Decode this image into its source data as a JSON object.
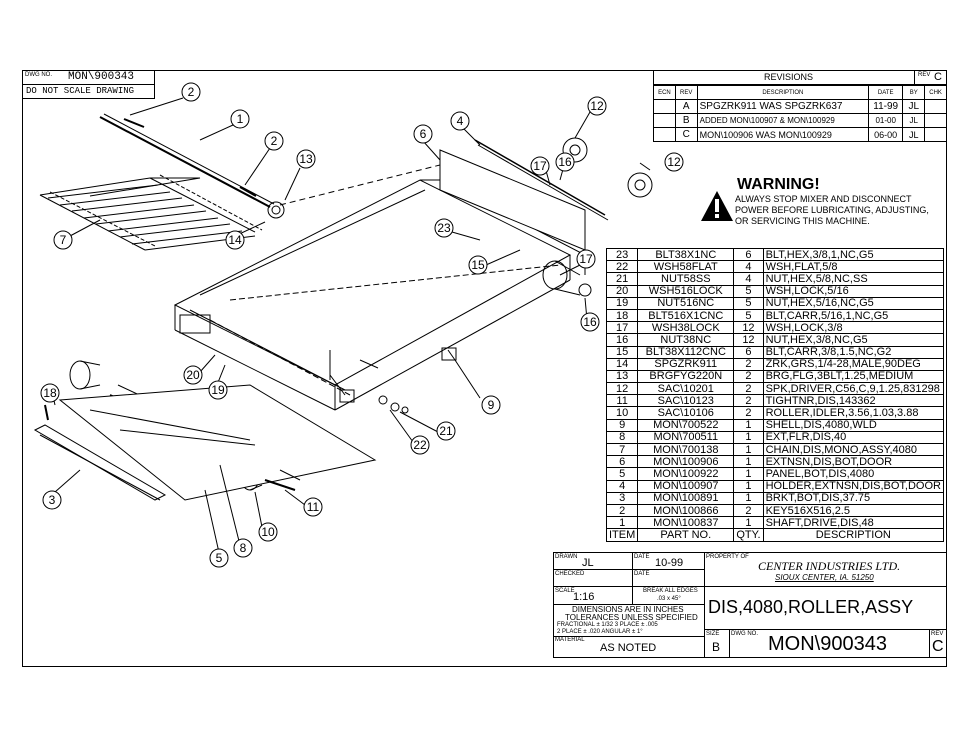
{
  "header": {
    "dwg_no_label": "DWG NO.",
    "dwg_no": "MON\\900343",
    "rev_label": "REV",
    "rev": "C",
    "note": "DO NOT SCALE DRAWING"
  },
  "revisions": {
    "title": "REVISIONS",
    "columns": [
      "ECN",
      "REV",
      "DESCRIPTION",
      "DATE",
      "BY",
      "CHK"
    ],
    "rows": [
      {
        "ecn": "",
        "rev": "A",
        "desc": "SPGZRK911 WAS SPGZRK637",
        "date": "11-99",
        "by": "JL",
        "chk": ""
      },
      {
        "ecn": "",
        "rev": "B",
        "desc": "ADDED MON\\100907 & MON\\100929",
        "date": "01-00",
        "by": "JL",
        "chk": ""
      },
      {
        "ecn": "",
        "rev": "C",
        "desc": "MON\\100906 WAS MON\\100929",
        "date": "06-00",
        "by": "JL",
        "chk": ""
      }
    ]
  },
  "warning": {
    "title": "WARNING!",
    "lines": [
      "ALWAYS STOP MIXER AND DISCONNECT",
      "POWER BEFORE LUBRICATING, ADJUSTING,",
      "OR SERVICING THIS MACHINE."
    ]
  },
  "bom": {
    "columns": [
      "ITEM",
      "PART NO.",
      "QTY.",
      "DESCRIPTION"
    ],
    "rows": [
      {
        "item": "23",
        "part": "BLT38X1NC",
        "qty": "6",
        "desc": "BLT,HEX,3/8,1,NC,G5"
      },
      {
        "item": "22",
        "part": "WSH58FLAT",
        "qty": "4",
        "desc": "WSH,FLAT,5/8"
      },
      {
        "item": "21",
        "part": "NUT58SS",
        "qty": "4",
        "desc": "NUT,HEX,5/8,NC,SS"
      },
      {
        "item": "20",
        "part": "WSH516LOCK",
        "qty": "5",
        "desc": "WSH,LOCK,5/16"
      },
      {
        "item": "19",
        "part": "NUT516NC",
        "qty": "5",
        "desc": "NUT,HEX,5/16,NC,G5"
      },
      {
        "item": "18",
        "part": "BLT516X1CNC",
        "qty": "5",
        "desc": "BLT,CARR,5/16,1,NC,G5"
      },
      {
        "item": "17",
        "part": "WSH38LOCK",
        "qty": "12",
        "desc": "WSH,LOCK,3/8"
      },
      {
        "item": "16",
        "part": "NUT38NC",
        "qty": "12",
        "desc": "NUT,HEX,3/8,NC,G5"
      },
      {
        "item": "15",
        "part": "BLT38X112CNC",
        "qty": "6",
        "desc": "BLT,CARR,3/8,1.5,NC,G2"
      },
      {
        "item": "14",
        "part": "SPGZRK911",
        "qty": "2",
        "desc": "ZRK,GRS,1/4-28,MALE,90DEG"
      },
      {
        "item": "13",
        "part": "BRGFYG220N",
        "qty": "2",
        "desc": "BRG,FLG,3BLT,1.25,MEDIUM"
      },
      {
        "item": "12",
        "part": "SAC\\10201",
        "qty": "2",
        "desc": "SPK,DRIVER,C56,C,9,1.25,831298"
      },
      {
        "item": "11",
        "part": "SAC\\10123",
        "qty": "2",
        "desc": "TIGHTNR,DIS,143362"
      },
      {
        "item": "10",
        "part": "SAC\\10106",
        "qty": "2",
        "desc": "ROLLER,IDLER,3.56,1.03,3.88"
      },
      {
        "item": "9",
        "part": "MON\\700522",
        "qty": "1",
        "desc": "SHELL,DIS,4080,WLD"
      },
      {
        "item": "8",
        "part": "MON\\700511",
        "qty": "1",
        "desc": "EXT,FLR,DIS,40"
      },
      {
        "item": "7",
        "part": "MON\\700138",
        "qty": "1",
        "desc": "CHAIN,DIS,MONO,ASSY,4080"
      },
      {
        "item": "6",
        "part": "MON\\100906",
        "qty": "1",
        "desc": "EXTNSN,DIS,BOT,DOOR"
      },
      {
        "item": "5",
        "part": "MON\\100922",
        "qty": "1",
        "desc": "PANEL,BOT,DIS,4080"
      },
      {
        "item": "4",
        "part": "MON\\100907",
        "qty": "1",
        "desc": "HOLDER,EXTNSN,DIS,BOT,DOOR"
      },
      {
        "item": "3",
        "part": "MON\\100891",
        "qty": "1",
        "desc": "BRKT,BOT,DIS,37.75"
      },
      {
        "item": "2",
        "part": "MON\\100866",
        "qty": "2",
        "desc": "KEY516X516,2.5"
      },
      {
        "item": "1",
        "part": "MON\\100837",
        "qty": "1",
        "desc": "SHAFT,DRIVE,DIS,48"
      }
    ]
  },
  "title_block": {
    "drawn_label": "DRAWN",
    "drawn": "JL",
    "date_label": "DATE",
    "date": "10-99",
    "checked_label": "CHECKED",
    "date2_label": "DATE",
    "property_label": "PROPERTY OF",
    "company": "CENTER INDUSTRIES LTD.",
    "city": "SIOUX CENTER, IA. 51250",
    "scale_label": "SCALE",
    "scale": "1:16",
    "break_edges_1": "BREAK ALL EDGES",
    "break_edges_2": ".03 x 45°",
    "dims_1": "DIMENSIONS ARE IN INCHES",
    "dims_2": "TOLERANCES UNLESS SPECIFIED",
    "tol_1": "FRACTIONAL ± 1/32    3 PLACE ± .005",
    "tol_2": "2 PLACE ± .020       ANGULAR ± 1°",
    "material_label": "MATERIAL",
    "material": "AS NOTED",
    "drawing_title": "DIS,4080,ROLLER,ASSY",
    "size_label": "SIZE",
    "size": "B",
    "dwg_no_label": "DWG NO.",
    "dwg_no": "MON\\900343",
    "rev_label": "REV",
    "rev": "C"
  },
  "callouts": [
    "1",
    "2",
    "2",
    "3",
    "4",
    "5",
    "6",
    "7",
    "8",
    "9",
    "10",
    "11",
    "12",
    "12",
    "13",
    "14",
    "15",
    "16",
    "16",
    "17",
    "17",
    "18",
    "19",
    "20",
    "21",
    "22",
    "23"
  ]
}
